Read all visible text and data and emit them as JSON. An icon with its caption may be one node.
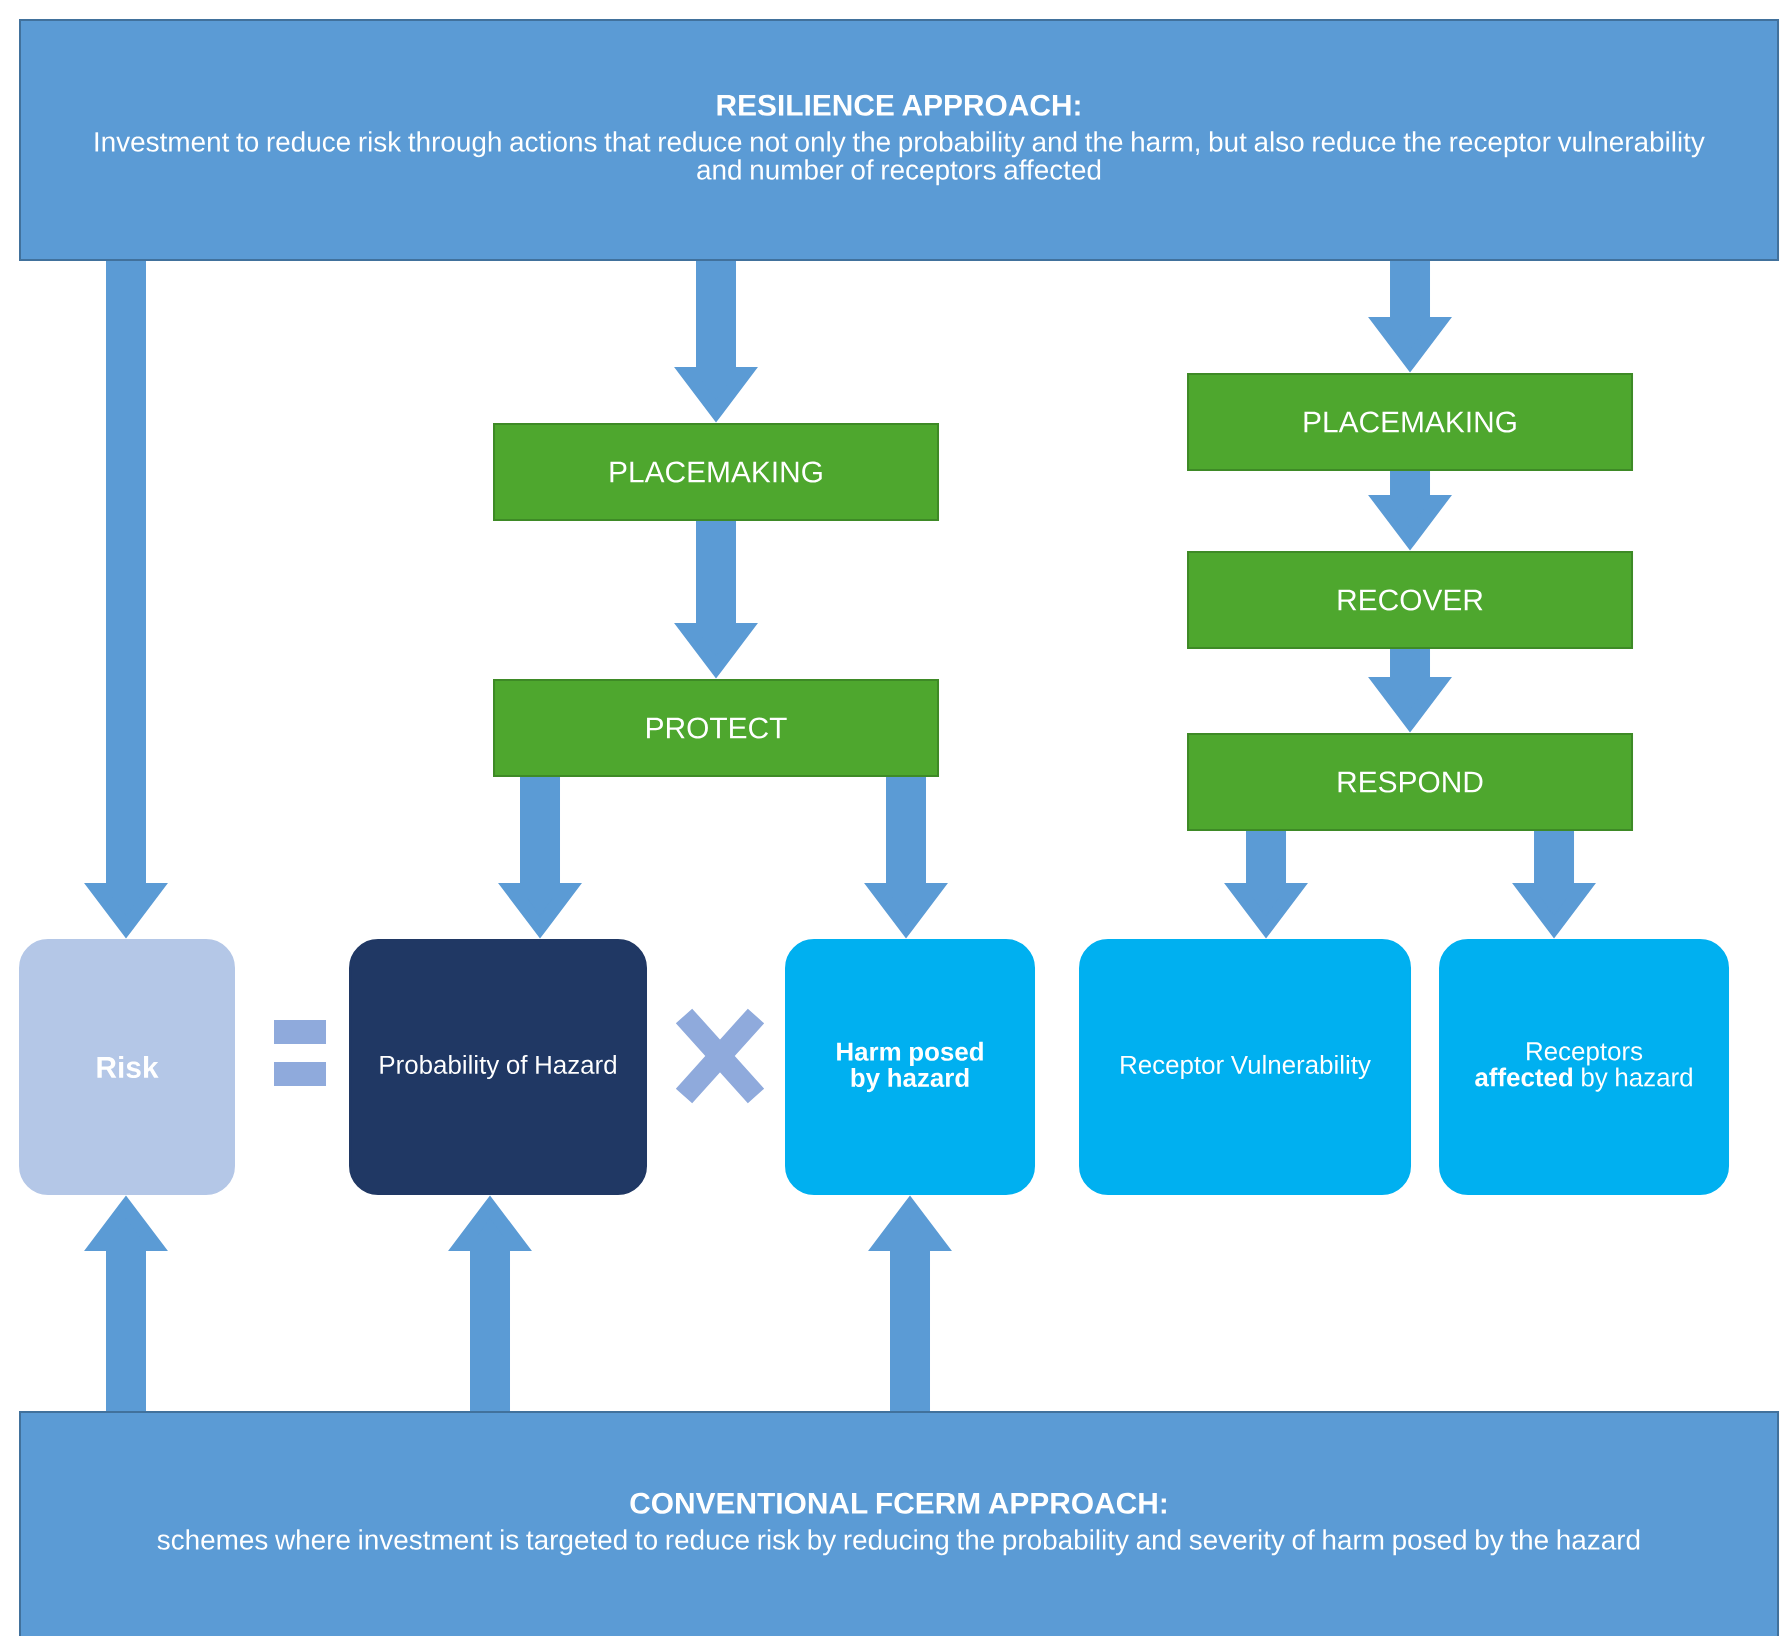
{
  "diagram": {
    "nodes": [
      {
        "text": [
          "RESILIENCE APPROACH:",
          "Investment to reduce risk through actions that reduce not only the probability and the harm, but also reduce the receptor vulnerability and number of receptors affected"
        ]
      },
      {
        "text": [
          "PLACEMAKING"
        ]
      },
      {
        "text": [
          "PROTECT"
        ]
      },
      {
        "text": [
          "PLACEMAKING"
        ]
      },
      {
        "text": [
          "RECOVER"
        ]
      },
      {
        "text": [
          "RESPOND"
        ]
      },
      {
        "text": [
          "Risk"
        ]
      },
      {
        "text": [
          "Probability of Hazard"
        ]
      },
      {
        "text": [
          "Harm posed by hazard"
        ]
      },
      {
        "text": [
          "Receptor Vulnerability"
        ]
      },
      {
        "text": [
          "Receptors **affected** by hazard"
        ]
      },
      {
        "text": [
          "CONVENTIONAL FCERM APPROACH:",
          "schemes where investment is targeted to reduce risk by reducing the probability and severity of harm posed by the hazard"
        ]
      }
    ],
    "edges": [
      {
        "from": 0,
        "to": 6,
        "arrow": "to"
      },
      {
        "from": 0,
        "to": 1,
        "arrow": "to"
      },
      {
        "from": 1,
        "to": 2,
        "arrow": "to"
      },
      {
        "from": 2,
        "to": 7,
        "arrow": "to"
      },
      {
        "from": 2,
        "to": 8,
        "arrow": "to"
      },
      {
        "from": 0,
        "to": 3,
        "arrow": "to"
      },
      {
        "from": 3,
        "to": 4,
        "arrow": "to"
      },
      {
        "from": 4,
        "to": 5,
        "arrow": "to"
      },
      {
        "from": 5,
        "to": 9,
        "arrow": "to"
      },
      {
        "from": 5,
        "to": 10,
        "arrow": "to"
      },
      {
        "from": 11,
        "to": 6,
        "arrow": "to"
      },
      {
        "from": 11,
        "to": 7,
        "arrow": "to"
      },
      {
        "from": 11,
        "to": 8,
        "arrow": "to"
      }
    ]
  }
}
